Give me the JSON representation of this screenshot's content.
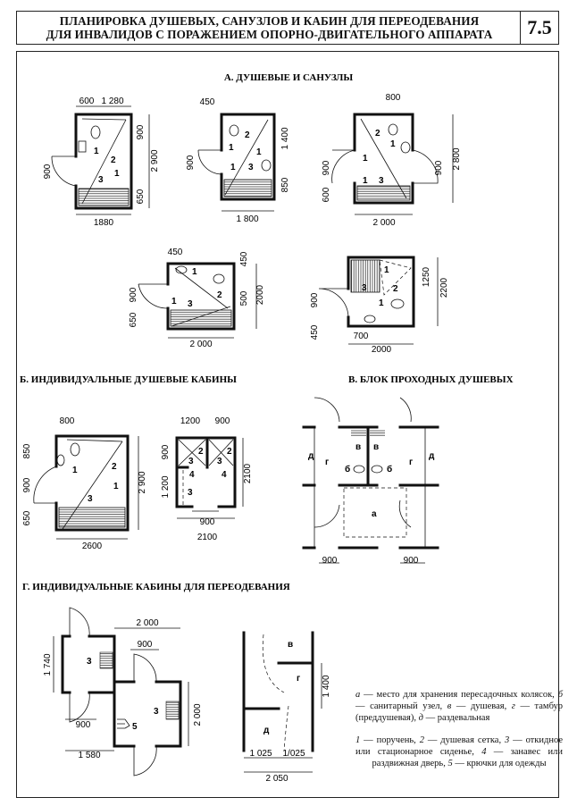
{
  "header": {
    "title_line1": "ПЛАНИРОВКА ДУШЕВЫХ, САНУЗЛОВ И КАБИН ДЛЯ ПЕРЕОДЕВАНИЯ",
    "title_line2": "ДЛЯ ИНВАЛИДОВ С ПОРАЖЕНИЕМ ОПОРНО-ДВИГАТЕЛЬНОГО АППАРАТА",
    "number": "7.5"
  },
  "sections": {
    "a": "А. ДУШЕВЫЕ И САНУЗЛЫ",
    "b": "Б. ИНДИВИДУАЛЬНЫЕ ДУШЕВЫЕ КАБИНЫ",
    "v": "В. БЛОК ПРОХОДНЫХ ДУШЕВЫХ",
    "g": "Г. ИНДИВИДУАЛЬНЫЕ КАБИНЫ ДЛЯ ПЕРЕОДЕВАНИЯ"
  },
  "a1": {
    "dims": [
      "600",
      "1 280",
      "900",
      "2 900",
      "900",
      "650",
      "1880"
    ],
    "callouts": [
      "1",
      "2",
      "1",
      "3"
    ]
  },
  "a2": {
    "dims": [
      "450",
      "1 400",
      "900",
      "850",
      "1 800"
    ],
    "callouts": [
      "2",
      "1",
      "1",
      "1",
      "3"
    ]
  },
  "a3": {
    "dims": [
      "800",
      "2 800",
      "900",
      "900",
      "600",
      "2 000"
    ],
    "callouts": [
      "2",
      "1",
      "1",
      "1",
      "3"
    ]
  },
  "a4": {
    "dims": [
      "450",
      "450",
      "500",
      "2000",
      "900",
      "650",
      "2 000"
    ],
    "callouts": [
      "1",
      "2",
      "1",
      "3"
    ]
  },
  "a5": {
    "dims": [
      "1250",
      "2200",
      "900",
      "450",
      "700",
      "2000"
    ],
    "callouts": [
      "1",
      "2",
      "3",
      "1"
    ]
  },
  "b1": {
    "dims": [
      "800",
      "850",
      "900",
      "650",
      "2 900",
      "2600"
    ],
    "callouts": [
      "1",
      "2",
      "1",
      "3"
    ]
  },
  "b2": {
    "dims": [
      "1200",
      "900",
      "900",
      "1 200",
      "2100",
      "900",
      "2100"
    ],
    "callouts": [
      "2",
      "3",
      "2",
      "3",
      "4",
      "4",
      "3"
    ]
  },
  "v": {
    "dims": [
      "900",
      "900"
    ],
    "letters": [
      "д",
      "г",
      "в",
      "в",
      "б",
      "б",
      "г",
      "д",
      "а"
    ]
  },
  "g1": {
    "dims": [
      "2 000",
      "900",
      "1 740",
      "2 000",
      "900",
      "1 580"
    ],
    "callouts": [
      "3",
      "3",
      "5"
    ]
  },
  "g2": {
    "dims": [
      "1 400",
      "1 025",
      "1/025",
      "2 050"
    ],
    "letters": [
      "в",
      "г",
      "д"
    ]
  },
  "legend": {
    "letters": [
      {
        "key": "а",
        "text": " — место для хранения пересадочных колясок, "
      },
      {
        "key": "б",
        "text": " — санитарный узел, "
      },
      {
        "key": "в",
        "text": " — душевая, "
      },
      {
        "key": "г",
        "text": " — тамбур (преддушевая), "
      },
      {
        "key": "д",
        "text": " — раздевальная"
      }
    ],
    "numbers": [
      {
        "key": "1",
        "text": " — поручень, "
      },
      {
        "key": "2",
        "text": " — душевая сетка, "
      },
      {
        "key": "3",
        "text": " — откидное или стационарное сиденье, "
      },
      {
        "key": "4",
        "text": " — занавес или раздвижная дверь, "
      },
      {
        "key": "5",
        "text": " — крючки для одежды"
      }
    ]
  }
}
